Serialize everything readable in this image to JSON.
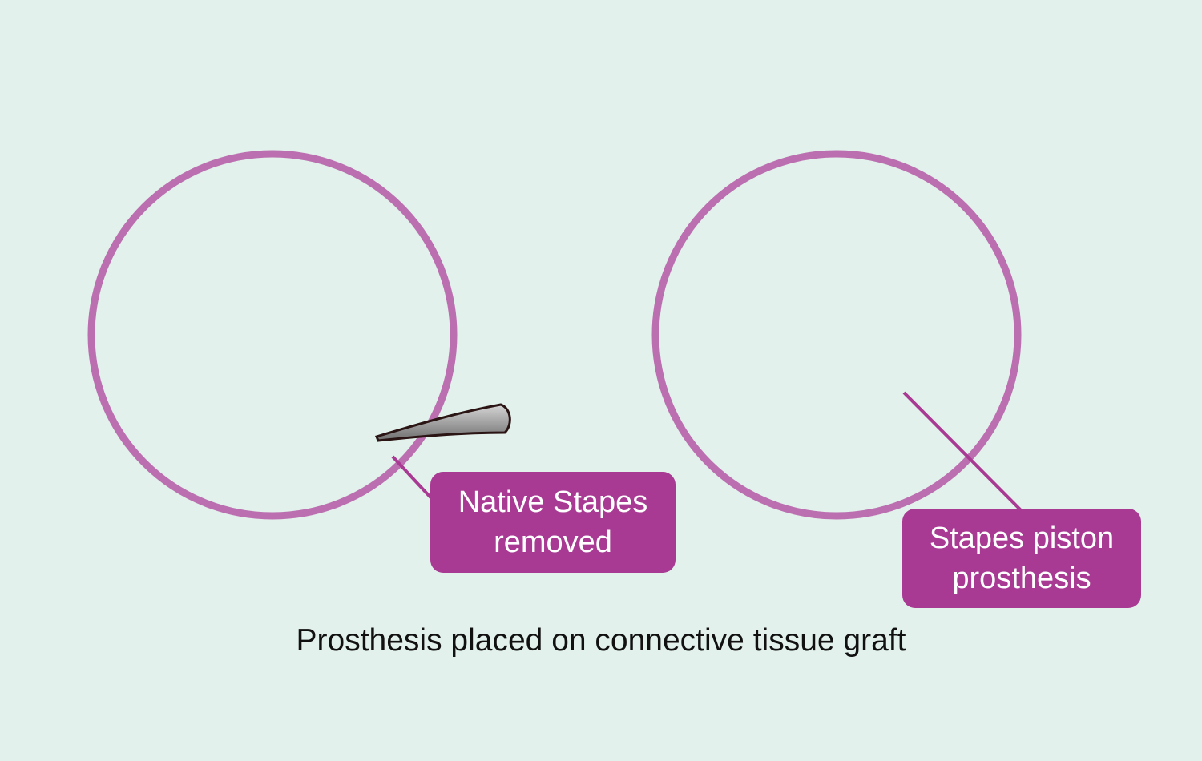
{
  "colors": {
    "background": "#e2f1eb",
    "accent": "#a83a93",
    "bone": "#e9cb4f",
    "cavity": "#8f3535",
    "membrane": "#e7218a",
    "mucosa": "#f4b6ac"
  },
  "panels": [
    {
      "id": "left",
      "callout": {
        "line1": "Native Stapes",
        "line2": "removed"
      },
      "instrument": "pick-instrument"
    },
    {
      "id": "right",
      "callout": {
        "line1": "Stapes piston",
        "line2": "prosthesis"
      },
      "instrument": "piston-prosthesis"
    }
  ],
  "caption": "Prosthesis placed on connective tissue graft"
}
